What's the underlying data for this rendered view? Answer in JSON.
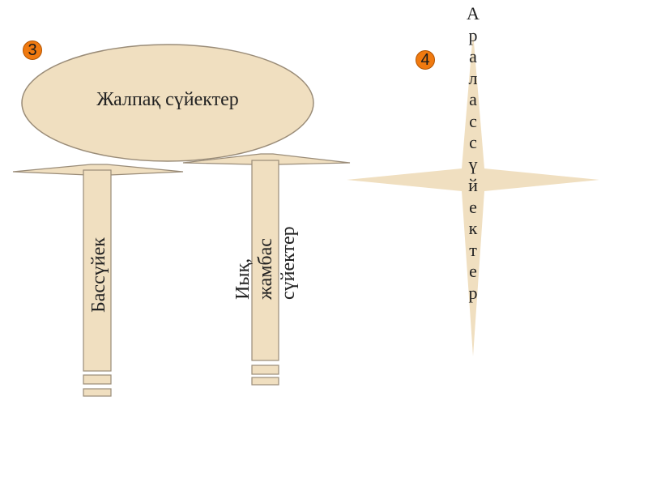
{
  "badges": {
    "left": "3",
    "right": "4"
  },
  "ellipse": {
    "label": "Жалпақ сүйектер"
  },
  "left_column": {
    "label": "Бассүйек"
  },
  "right_column": {
    "lines": [
      "Иық,",
      "жамбас",
      "сүйектер"
    ]
  },
  "star": {
    "vertical_text": [
      "А",
      "р",
      "а",
      "л",
      "а",
      "с",
      "с",
      "ү",
      "й",
      "е",
      "к",
      "т",
      "е",
      "р"
    ]
  },
  "colors": {
    "fill": "#F0DFC0",
    "stroke": "#9A8C78",
    "badge": "#F07A10"
  }
}
